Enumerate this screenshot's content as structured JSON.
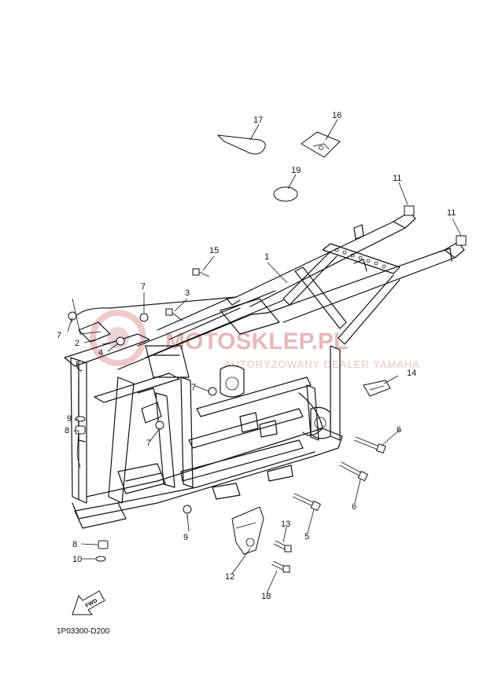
{
  "diagram": {
    "part_code": "1P03300-D200",
    "watermark": {
      "main": "MOTOSKLEP.PL",
      "sub": "AUTORYZOWANY DEALER YAMAHA"
    },
    "fwd_label": "FWD",
    "callouts": [
      "1",
      "2",
      "3",
      "4",
      "5",
      "6",
      "6",
      "7",
      "7",
      "7",
      "7",
      "8",
      "8",
      "9",
      "9",
      "10",
      "11",
      "11",
      "12",
      "13",
      "14",
      "15",
      "16",
      "17",
      "18",
      "19"
    ]
  }
}
